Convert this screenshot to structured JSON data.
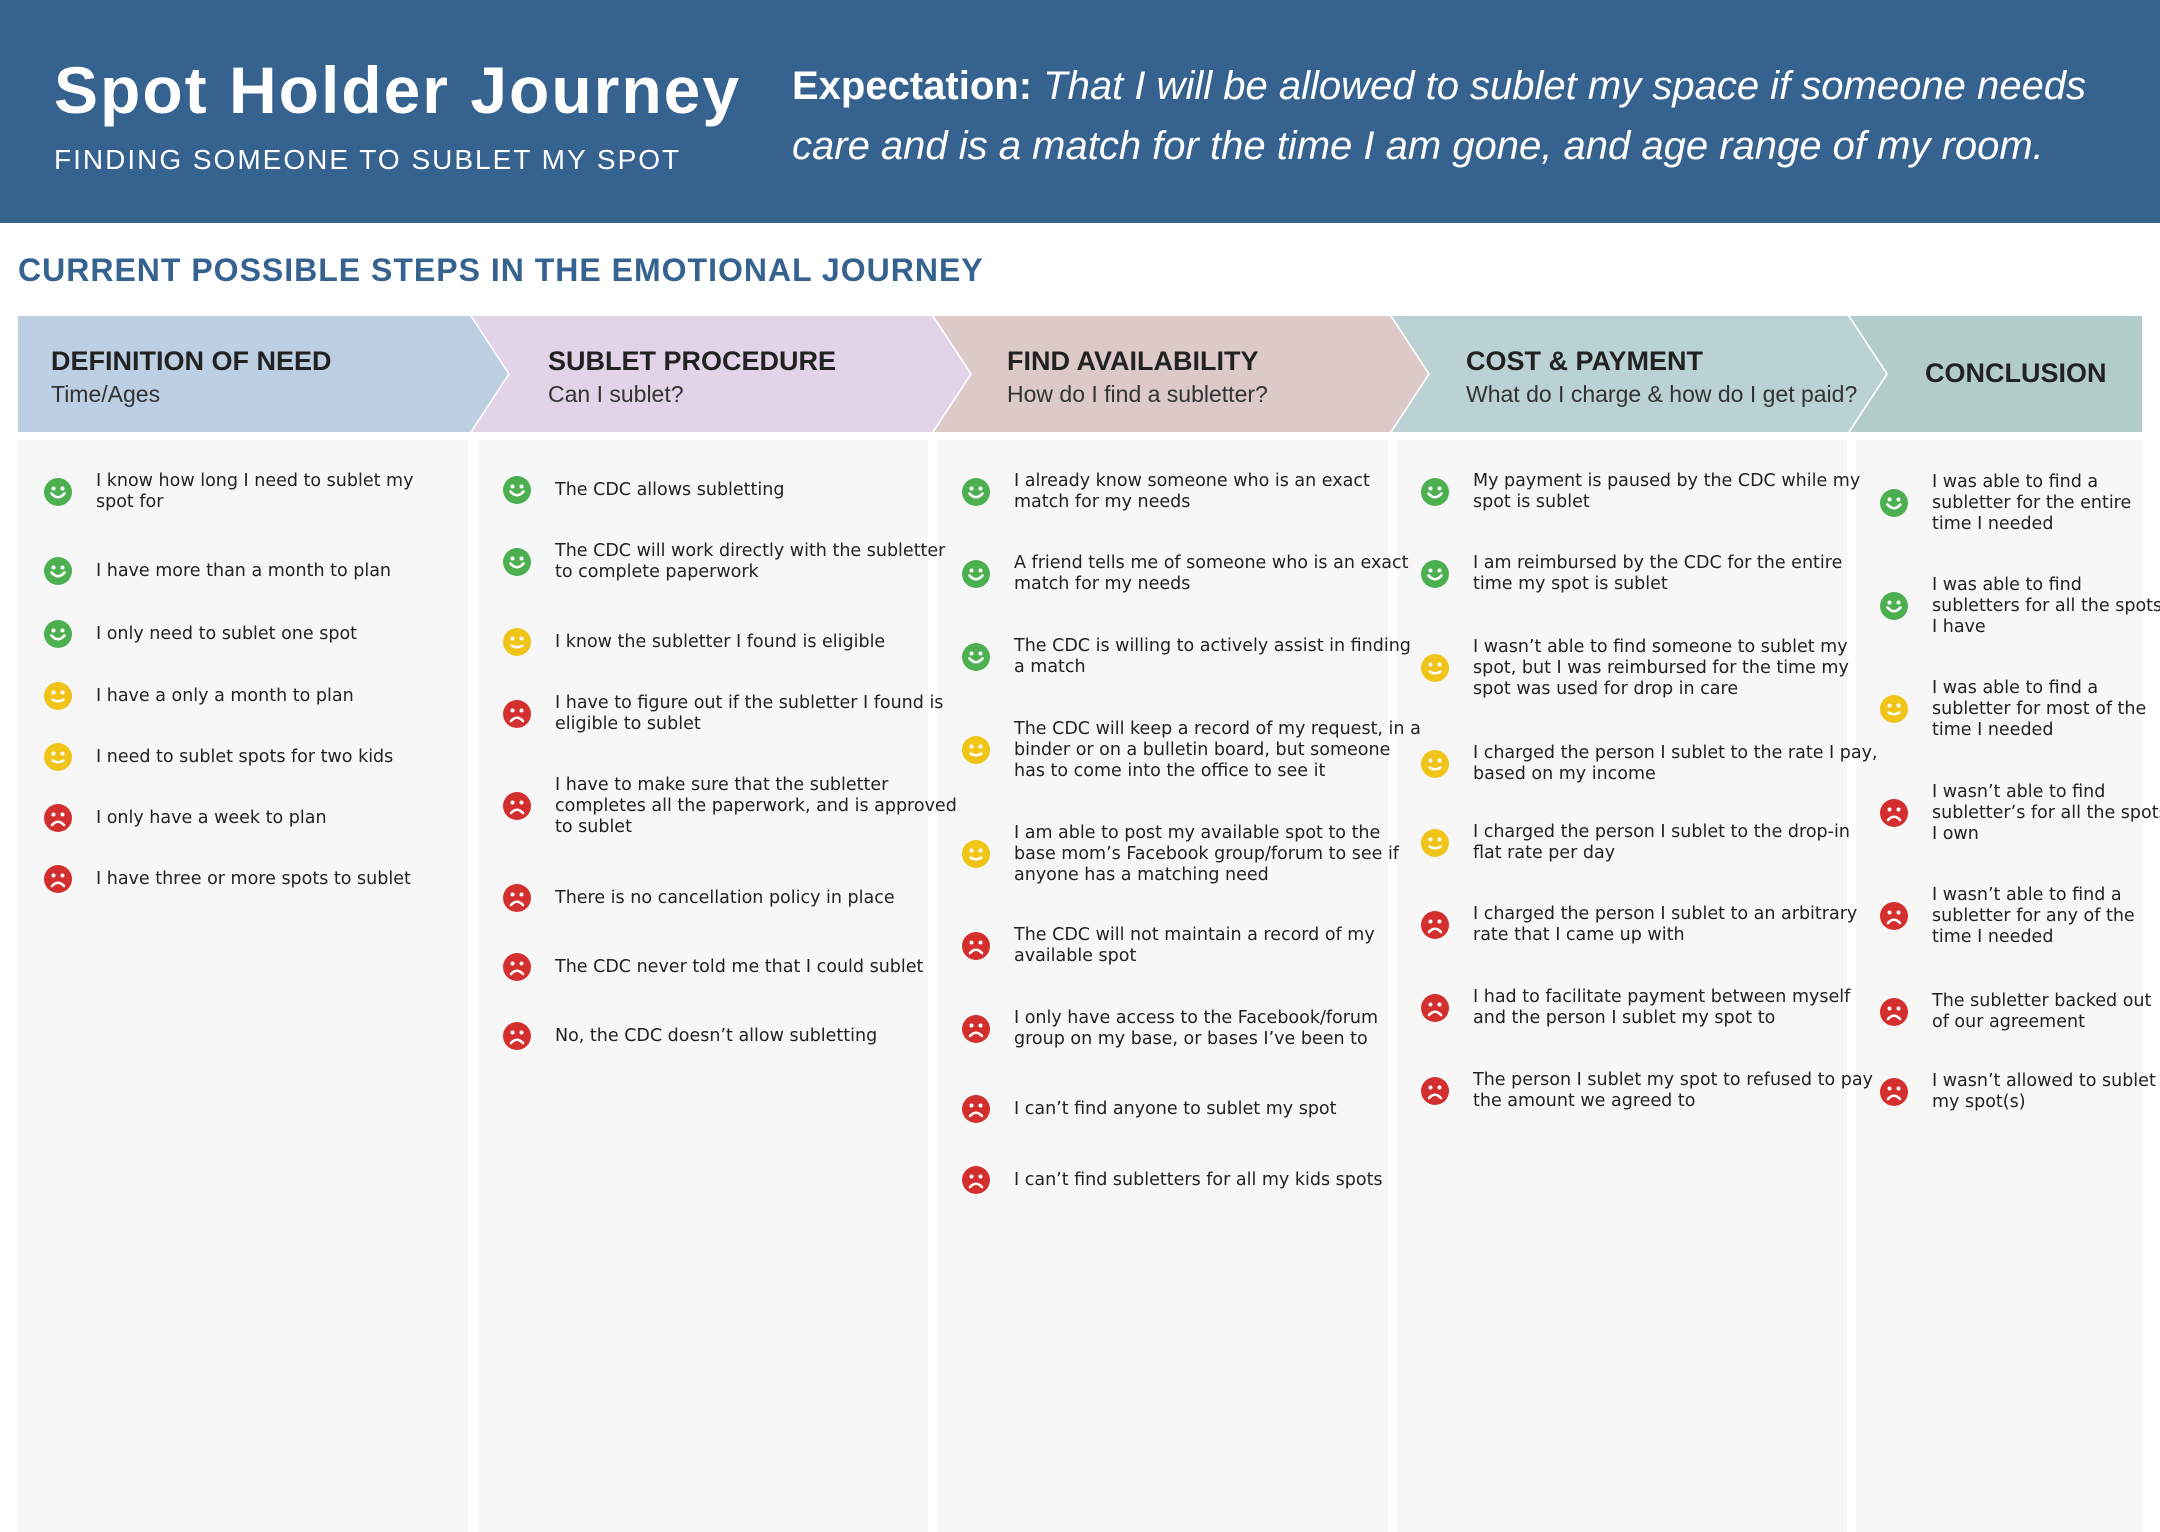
{
  "header": {
    "title": "Spot Holder Journey",
    "subtitle": "FINDING SOMEONE TO SUBLET MY SPOT",
    "expectation_label": "Expectation:",
    "expectation_text": "That I will be allowed to sublet my space if someone needs care and is a match for the time I am gone, and age range of my room."
  },
  "section_title": "CURRENT POSSIBLE STEPS IN THE EMOTIONAL JOURNEY",
  "colors": {
    "header_bg": "#35628f",
    "positive": "#4caf50",
    "neutral": "#f0c419",
    "negative": "#d32f2f",
    "stage_1": "#bccfe3",
    "stage_2": "#e3d3e8",
    "stage_3": "#ddc9c8",
    "stage_4": "#bad2d4",
    "stage_5": "#b2cdc8"
  },
  "stages": [
    {
      "title": "DEFINITION OF NEED",
      "subtitle": "Time/Ages",
      "items": [
        {
          "mood": "positive",
          "text": "I know how long I need to sublet my spot for"
        },
        {
          "mood": "positive",
          "text": "I have more than a month to plan"
        },
        {
          "mood": "positive",
          "text": "I only need to sublet one spot"
        },
        {
          "mood": "neutral",
          "text": "I have a only a month to plan"
        },
        {
          "mood": "neutral",
          "text": "I need to sublet spots for two kids"
        },
        {
          "mood": "negative",
          "text": "I only have a week to plan"
        },
        {
          "mood": "negative",
          "text": "I have three or more spots to sublet"
        }
      ]
    },
    {
      "title": "SUBLET PROCEDURE",
      "subtitle": "Can I sublet?",
      "items": [
        {
          "mood": "positive",
          "text": "The CDC allows subletting"
        },
        {
          "mood": "positive",
          "text": "The CDC will work directly with the subletter to complete paperwork"
        },
        {
          "mood": "neutral",
          "text": "I know the subletter I found is eligible"
        },
        {
          "mood": "negative",
          "text": "I have to figure out if the subletter I found is eligible to sublet"
        },
        {
          "mood": "negative",
          "text": "I have to make sure that the subletter completes all the paperwork, and is approved to sublet"
        },
        {
          "mood": "negative",
          "text": "There is no cancellation policy in place"
        },
        {
          "mood": "negative",
          "text": "The CDC never told me that I could sublet"
        },
        {
          "mood": "negative",
          "text": "No, the CDC doesn’t allow subletting"
        }
      ]
    },
    {
      "title": "FIND AVAILABILITY",
      "subtitle": "How do I find a subletter?",
      "items": [
        {
          "mood": "positive",
          "text": "I already know someone who is an exact match for my needs"
        },
        {
          "mood": "positive",
          "text": "A friend tells me of someone who is an exact match for my needs"
        },
        {
          "mood": "positive",
          "text": "The CDC is willing to actively assist in finding a match"
        },
        {
          "mood": "neutral",
          "text": "The CDC will keep a record of my request, in a binder or on a bulletin board, but someone has to come into the office to see it"
        },
        {
          "mood": "neutral",
          "text": "I am able to post my available spot to the base mom’s Facebook group/forum to see if anyone has a matching need"
        },
        {
          "mood": "negative",
          "text": "The CDC will not maintain a record of my available spot"
        },
        {
          "mood": "negative",
          "text": "I only have access to the Facebook/forum group on my base, or bases I’ve been to"
        },
        {
          "mood": "negative",
          "text": "I can’t find anyone to sublet my spot"
        },
        {
          "mood": "negative",
          "text": "I can’t find subletters for all my kids spots"
        }
      ]
    },
    {
      "title": "COST & PAYMENT",
      "subtitle": "What do I charge & how do I get paid?",
      "items": [
        {
          "mood": "positive",
          "text": "My payment is paused by the CDC while my spot is sublet"
        },
        {
          "mood": "positive",
          "text": "I am reimbursed by the CDC for the entire time my spot is sublet"
        },
        {
          "mood": "neutral",
          "text": "I wasn’t able to find someone to sublet my spot, but I was reimbursed for the time my spot was used for drop in care"
        },
        {
          "mood": "neutral",
          "text": "I charged the person I sublet to the rate I pay, based on my income"
        },
        {
          "mood": "neutral",
          "text": "I charged the person I sublet to the drop-in flat rate per day"
        },
        {
          "mood": "negative",
          "text": "I charged the person I sublet to an arbitrary rate that I came up with"
        },
        {
          "mood": "negative",
          "text": "I had to facilitate payment between myself and the person I sublet my spot to"
        },
        {
          "mood": "negative",
          "text": "The person I sublet my spot to refused to pay the amount we agreed to"
        }
      ]
    },
    {
      "title": "CONCLUSION",
      "subtitle": "",
      "items": [
        {
          "mood": "positive",
          "text": "I was able to find a subletter for the entire time I needed"
        },
        {
          "mood": "positive",
          "text": "I was able to find subletters for all the spots I have"
        },
        {
          "mood": "neutral",
          "text": "I was able to find a subletter for most of the time I needed"
        },
        {
          "mood": "negative",
          "text": "I wasn’t able to find subletter’s for all the spots I own"
        },
        {
          "mood": "negative",
          "text": "I wasn’t able to find a subletter for any of the time I needed"
        },
        {
          "mood": "negative",
          "text": "The subletter backed out of our agreement"
        },
        {
          "mood": "negative",
          "text": "I wasn’t allowed to sublet my spot(s)"
        }
      ]
    }
  ]
}
